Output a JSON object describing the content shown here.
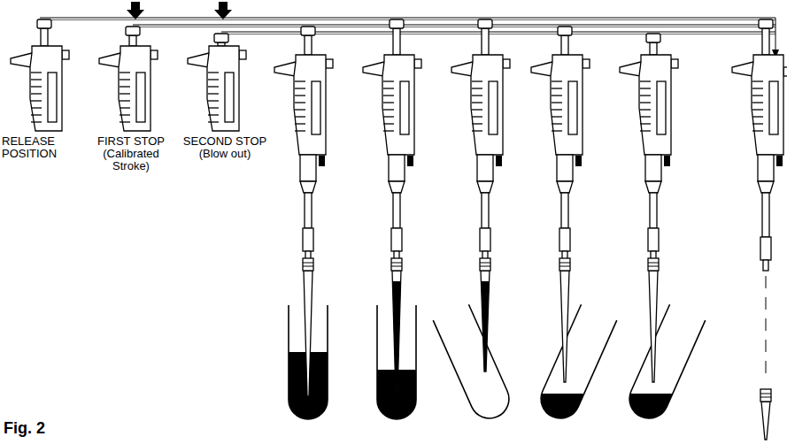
{
  "diagram": {
    "caption": "Fig. 2",
    "labels": [
      "RELEASE POSITION",
      "FIRST STOP (Calibrated Stroke)",
      "SECOND STOP (Blow out)"
    ]
  }
}
